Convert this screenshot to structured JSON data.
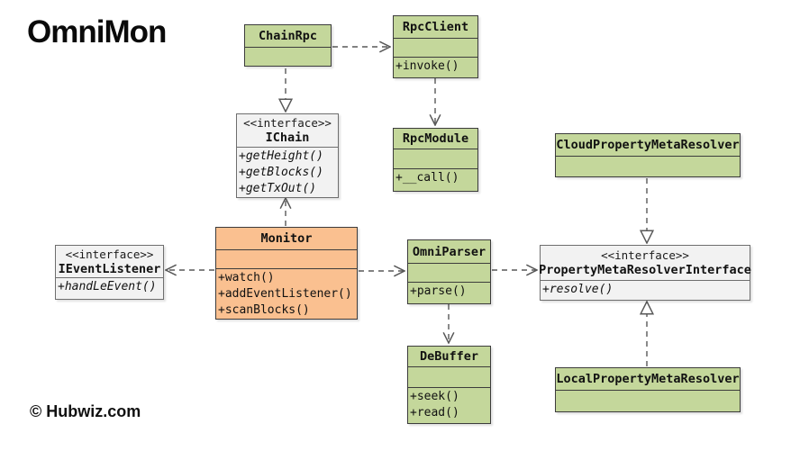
{
  "title": "OmniMon",
  "copyright": "© Hubwiz.com",
  "colors": {
    "class_fill": "#c4d79b",
    "class_border": "#3c3c3c",
    "monitor_fill": "#fac090",
    "interface_fill": "#f2f2f2",
    "interface_border": "#6e6e6e",
    "connector": "#595959"
  },
  "classes": {
    "chain_rpc": {
      "name": "ChainRpc"
    },
    "rpc_client": {
      "name": "RpcClient",
      "methods": [
        "+invoke()"
      ]
    },
    "rpc_module": {
      "name": "RpcModule",
      "methods": [
        "+__call()"
      ]
    },
    "ichain": {
      "stereotype": "<<interface>>",
      "name": "IChain",
      "methods": [
        "+getHeight()",
        "+getBlocks()",
        "+getTxOut()"
      ]
    },
    "ievent_listener": {
      "stereotype": "<<interface>>",
      "name": "IEventListener",
      "methods": [
        "+handLeEvent()"
      ]
    },
    "monitor": {
      "name": "Monitor",
      "methods": [
        "+watch()",
        "+addEventListener()",
        "+scanBlocks()"
      ]
    },
    "omni_parser": {
      "name": "OmniParser",
      "methods": [
        "+parse()"
      ]
    },
    "de_buffer": {
      "name": "DeBuffer",
      "methods": [
        "+seek()",
        "+read()"
      ]
    },
    "property_meta_resolver_interface": {
      "stereotype": "<<interface>>",
      "name": "PropertyMetaResolverInterface",
      "methods": [
        "+resolve()"
      ]
    },
    "cloud_property_meta_resolver": {
      "name": "CloudPropertyMetaResolver"
    },
    "local_property_meta_resolver": {
      "name": "LocalPropertyMetaResolver"
    }
  },
  "relations": [
    "ChainRpc ..|> IChain",
    "ChainRpc ..> RpcClient",
    "RpcClient ..> RpcModule",
    "Monitor ..> IChain",
    "Monitor ..> IEventListener",
    "Monitor ..> OmniParser",
    "OmniParser ..> PropertyMetaResolverInterface",
    "OmniParser ..> DeBuffer",
    "CloudPropertyMetaResolver ..|> PropertyMetaResolverInterface",
    "LocalPropertyMetaResolver ..|> PropertyMetaResolverInterface"
  ]
}
